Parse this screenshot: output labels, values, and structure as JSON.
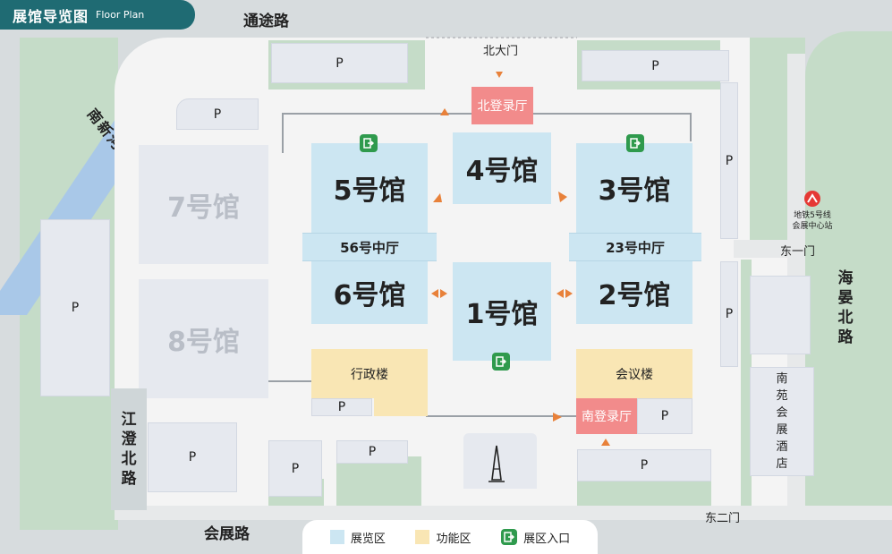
{
  "header": {
    "title": "展馆导览图",
    "subtitle": "Floor Plan"
  },
  "roads": {
    "north": "通途路",
    "south": "会展路",
    "river": "南新河",
    "west": [
      "江",
      "澄",
      "北",
      "路"
    ],
    "east": [
      "海",
      "晏",
      "北",
      "路"
    ]
  },
  "gates": {
    "north": "北大门",
    "east1": "东一门",
    "east2": "东二门"
  },
  "metro": {
    "line1": "地铁5号线",
    "line2": "会展中心站"
  },
  "halls": {
    "h1": "1号馆",
    "h2": "2号馆",
    "h3": "3号馆",
    "h4": "4号馆",
    "h5": "5号馆",
    "h6": "6号馆",
    "h7": "7号馆",
    "h8": "8号馆",
    "hall56": "56号中厅",
    "hall23": "23号中厅"
  },
  "buildings": {
    "admin": "行政楼",
    "conference": "会议楼",
    "north_lobby": "北登录厅",
    "south_lobby": "南登录厅",
    "hotel": [
      "南",
      "苑",
      "会",
      "展",
      "酒",
      "店"
    ]
  },
  "parking_label": "P",
  "legend": {
    "exhibit": "展览区",
    "function": "功能区",
    "entry": "展区入口"
  },
  "colors": {
    "exhibit": "#cce6f2",
    "function": "#f9e6b4",
    "entry": "#2f9a4d",
    "lobby": "#f28b8b",
    "header": "#1f6b73"
  }
}
